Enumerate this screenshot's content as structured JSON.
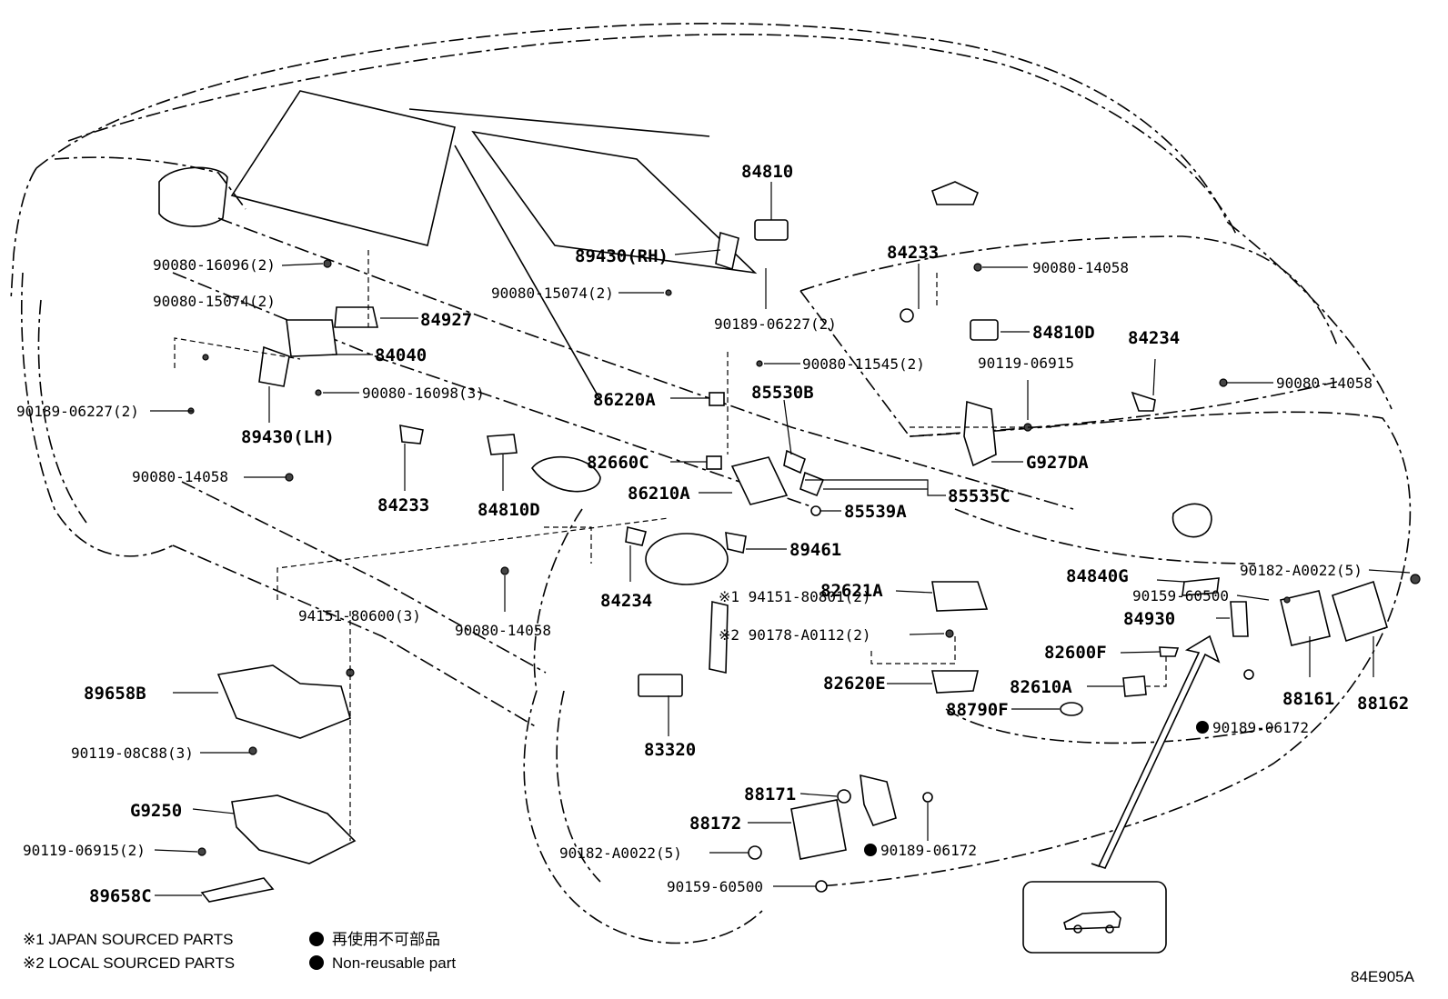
{
  "diagram": {
    "code": "84E905A",
    "part_labels": {
      "p84810": "84810",
      "p89430rh": "89430(RH)",
      "p84233_top": "84233",
      "p90080_14058_a": "90080-14058",
      "p90080_16096": "90080-16096(2)",
      "p90080_15074_a": "90080-15074(2)",
      "p90080_15074_b": "90080-15074(2)",
      "p90189_06227_a": "90189-06227(2)",
      "p84810d_r": "84810D",
      "p84927": "84927",
      "p84040": "84040",
      "p90080_11545": "90080-11545(2)",
      "p84234_r": "84234",
      "p90119_06915": "90119-06915",
      "p90080_14058_b": "90080-14058",
      "p90080_16098": "90080-16098(3)",
      "p90189_06227_b": "90189-06227(2)",
      "p86220a": "86220A",
      "p85530b": "85530B",
      "p89430lh": "89430(LH)",
      "pg927da": "G927DA",
      "p82660c": "82660C",
      "p90080_14058_c": "90080-14058",
      "p84233_mid": "84233",
      "p84810d_l": "84810D",
      "p86210a": "86210A",
      "p85535c": "85535C",
      "p85539a": "85539A",
      "p89461": "89461",
      "p84840g": "84840G",
      "p90182_a0022_a": "90182-A0022(5)",
      "p82621a": "82621A",
      "p90159_60500_a": "90159-60500",
      "p84234_l": "84234",
      "p94151_80801": "※1 94151-80801(2)",
      "p84930": "84930",
      "p94151_80600": "94151-80600(3)",
      "p90080_14058_d": "90080-14058",
      "p90178_a0112": "※2 90178-A0112(2)",
      "p82600f": "82600F",
      "p89658b": "89658B",
      "p82620e": "82620E",
      "p82610a": "82610A",
      "p88161": "88161",
      "p88162": "88162",
      "p88790f": "88790F",
      "p90189_06172_a": "90189-06172",
      "p90119_08c88": "90119-08C88(3)",
      "p83320": "83320",
      "p88171": "88171",
      "pg9250": "G9250",
      "p88172": "88172",
      "p90119_06915_2": "90119-06915(2)",
      "p90182_a0022_b": "90182-A0022(5)",
      "p90189_06172_b": "90189-06172",
      "p89658c": "89658C",
      "p90159_60500_b": "90159-60500"
    },
    "legend": {
      "note1": "※1 JAPAN SOURCED PARTS",
      "note2": "※2 LOCAL SOURCED PARTS",
      "bullet_jp": "再使用不可部品",
      "bullet_en": "Non-reusable part"
    }
  }
}
